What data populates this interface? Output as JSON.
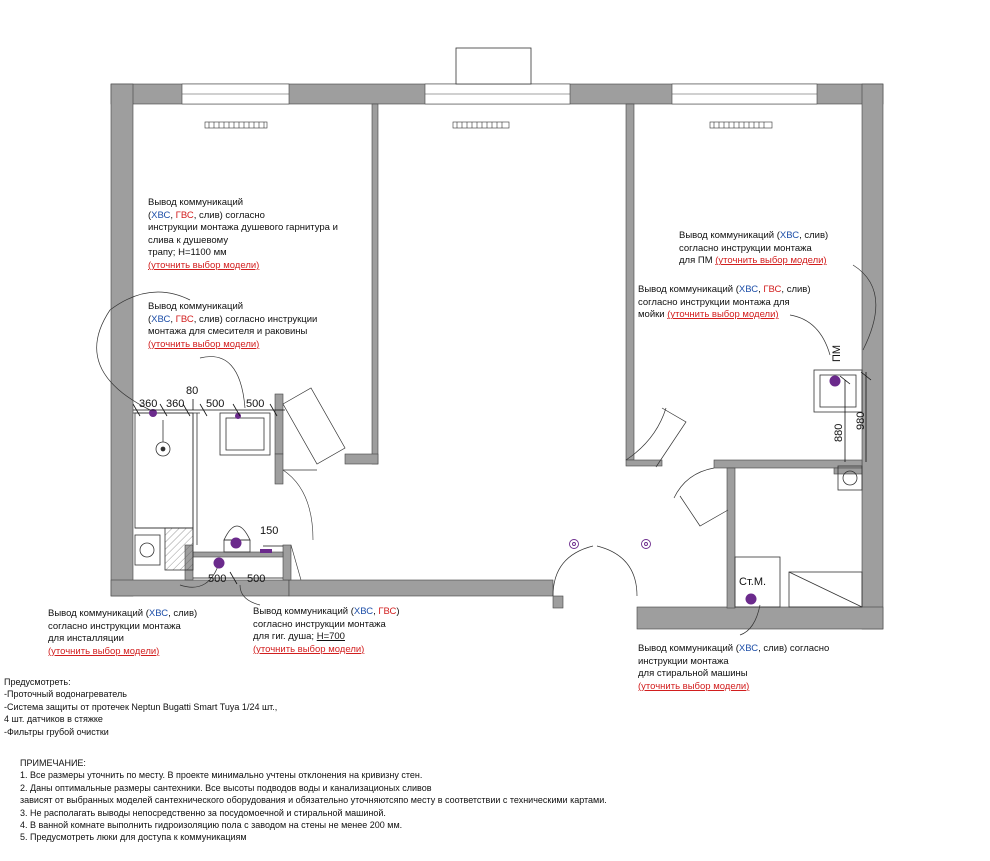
{
  "colors": {
    "wall": "#9e9e9e",
    "point": "#6b2a8c",
    "cold": "#1e4fa8",
    "hot": "#d21e1e",
    "link": "#d21e1e"
  },
  "dimensions": {
    "d360a": "360",
    "d360b": "360",
    "d80": "80",
    "d500a": "500",
    "d500b": "500",
    "d150": "150",
    "d500c": "500",
    "d500d": "500",
    "d880": "880",
    "d980": "980"
  },
  "labels": {
    "pm": "ПМ",
    "stm": "Ст.М."
  },
  "notes": {
    "shower": {
      "l1": "Вывод коммуникаций",
      "open": "(",
      "cold": "ХВС",
      "sep1": ", ",
      "hot": "ГВС",
      "tail2": ", слив) согласно",
      "l3": "инструкции монтажа душевого гарнитура и",
      "l4": "слива к душевому",
      "l5": "трапу; Н=1100 мм",
      "link": "(уточнить выбор модели)"
    },
    "sink": {
      "l1": "Вывод коммуникаций",
      "open": "(",
      "cold": "ХВС",
      "sep1": ", ",
      "hot": "ГВС",
      "tail2": ", слив) согласно инструкции",
      "l3": "монтажа для смесителя и раковины",
      "link": "(уточнить выбор модели)"
    },
    "pm": {
      "l1a": "Вывод коммуникаций (",
      "cold": "ХВС",
      "l1b": ", слив)",
      "l2": "согласно инструкции монтажа",
      "l3a": "для ПМ ",
      "link": "(уточнить выбор модели)"
    },
    "kitchen": {
      "l1a": "Вывод коммуникаций (",
      "cold": "ХВС",
      "sep1": ", ",
      "hot": "ГВС",
      "l1b": ", слив)",
      "l2": "согласно инструкции монтажа для",
      "l3a": "мойки ",
      "link": "(уточнить выбор модели)"
    },
    "install": {
      "l1a": "Вывод коммуникаций (",
      "cold": "ХВС",
      "l1b": ", слив)",
      "l2": "согласно инструкции монтажа",
      "l3": "для инсталляции",
      "link": "(уточнить выбор модели)"
    },
    "hyg": {
      "l1a": "Вывод коммуникаций (",
      "cold": "ХВС",
      "sep1": ", ",
      "hot": "ГВС",
      "l1b": ")",
      "l2": "согласно инструкции монтажа",
      "l3a": "для гиг. душа; ",
      "l3b": "Н=700",
      "link": "(уточнить выбор модели)"
    },
    "washer": {
      "l1a": "Вывод коммуникаций (",
      "cold": "ХВС",
      "l1b": ", слив) согласно",
      "l2": "инструкции монтажа",
      "l3": "для стиральной машины",
      "link": "(уточнить выбор модели)"
    }
  },
  "provide": {
    "title": "Предусмотреть:",
    "l1": "-Проточный водонагреватель",
    "l2": "-Система защиты от протечек Neptun Bugatti Smart Tuya 1/24 шт.,",
    "l3": "4 шт. датчиков в стяжке",
    "l4": "-Фильтры грубой очистки"
  },
  "remarks": {
    "title": "ПРИМЕЧАНИЕ:",
    "items": [
      "1. Все размеры уточнить по месту. В проекте минимально учтены отклонения на кривизну стен.",
      "2. Даны оптимальные размеры сантехники. Все высоты подводов воды и канализационых сливов",
      "зависят от выбранных моделей сантехнического оборудования и обязательно уточняютсяпо месту в соответствии с техническими картами.",
      "3. Не располагать выводы непосредственно за посудомоечной и стиральной машиной.",
      "4. В ванной комнате выполнить гидроизоляцию пола с заводом на стены не менее 200 мм.",
      "5. Предусмотреть люки для доступа к коммуникациям"
    ]
  }
}
